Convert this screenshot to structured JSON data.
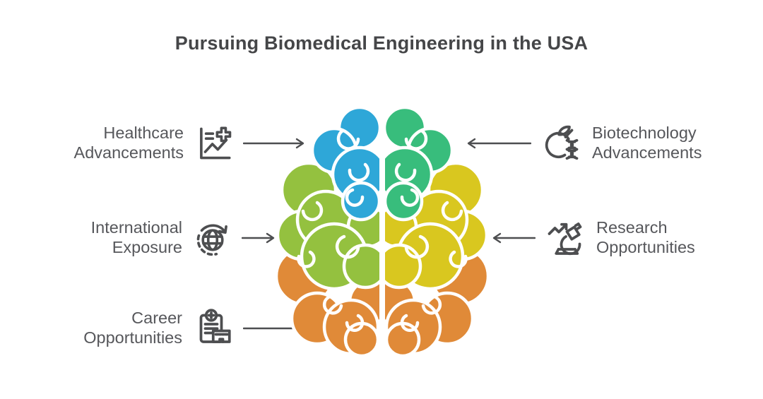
{
  "title": "Pursuing Biomedical Engineering in the USA",
  "features": {
    "left": [
      {
        "lines": [
          "Healthcare",
          "Advancements"
        ],
        "icon": "chart-medical-cross-icon",
        "arrow": "right"
      },
      {
        "lines": [
          "International",
          "Exposure"
        ],
        "icon": "globe-rotation-icon",
        "arrow": "right"
      },
      {
        "lines": [
          "Career",
          "Opportunities"
        ],
        "icon": "clipboard-building-icon",
        "arrow": "right"
      }
    ],
    "right": [
      {
        "lines": [
          "Biotechnology",
          "Advancements"
        ],
        "icon": "apple-dna-icon",
        "arrow": "left"
      },
      {
        "lines": [
          "Research",
          "Opportunities"
        ],
        "icon": "microscope-trend-icon",
        "arrow": "left"
      }
    ]
  },
  "brain": {
    "colors": {
      "left_top": "#2ea7d8",
      "left_middle": "#94c13f",
      "right_top": "#38bd7c",
      "right_middle": "#d9c71f",
      "bottom": "#e08a38",
      "outline": "#ffffff"
    }
  },
  "style": {
    "ink": "#4d4e50",
    "label_text": "#56575b",
    "title_text": "#454648",
    "background": "#ffffff"
  }
}
